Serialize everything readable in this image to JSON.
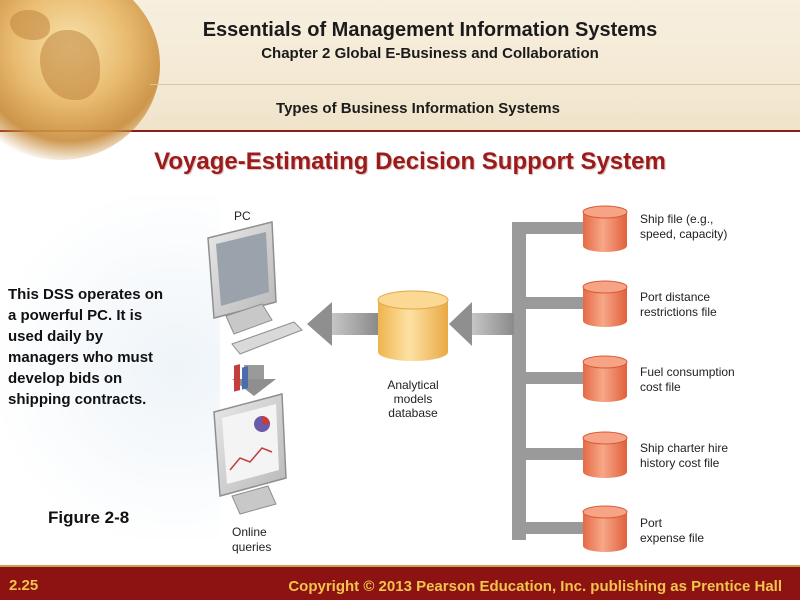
{
  "header": {
    "book_title": "Essentials of Management Information Systems",
    "chapter_title": "Chapter 2 Global E-Business and Collaboration",
    "section_title": "Types of Business Information Systems"
  },
  "slide": {
    "title": "Voyage-Estimating Decision Support System",
    "caption_lines": [
      "This DSS operates on",
      "a powerful PC. It is",
      "used daily by",
      "managers who must",
      "develop bids on",
      "shipping contracts."
    ],
    "figure_label": "Figure 2-8"
  },
  "diagram": {
    "pc_label": "PC",
    "online_queries_lines": [
      "Online",
      "queries"
    ],
    "database_lines": [
      "Analytical",
      "models",
      "database"
    ],
    "files": [
      {
        "lines": [
          "Ship file (e.g.,",
          "speed, capacity)"
        ]
      },
      {
        "lines": [
          "Port distance",
          "restrictions file"
        ]
      },
      {
        "lines": [
          "Fuel consumption",
          "cost file"
        ]
      },
      {
        "lines": [
          "Ship charter hire",
          "history cost file"
        ]
      },
      {
        "lines": [
          "Port",
          "expense file"
        ]
      }
    ],
    "colors": {
      "file_cylinder": "#f0875f",
      "database_cylinder": "#f6c872",
      "arrow": "#8f8f8f"
    }
  },
  "footer": {
    "slide_number": "2.25",
    "copyright": "Copyright © 2013 Pearson Education, Inc. publishing as Prentice Hall"
  }
}
